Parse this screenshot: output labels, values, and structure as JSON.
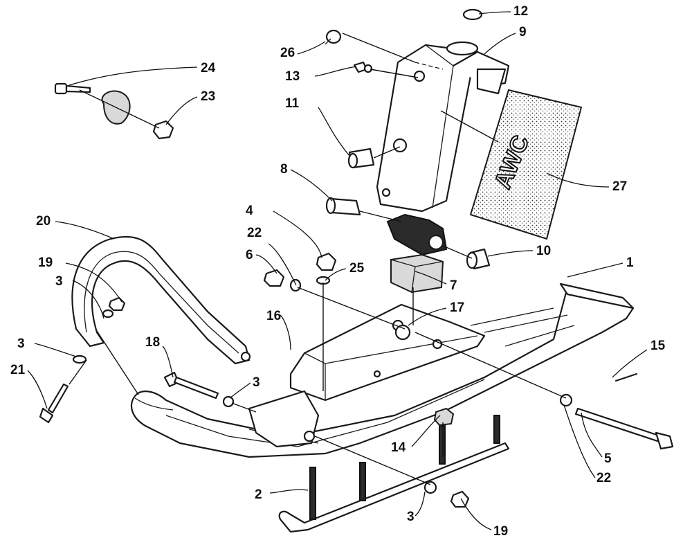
{
  "diagram": {
    "decal_text": "AWC",
    "parts": [
      {
        "id": "1",
        "label": "1"
      },
      {
        "id": "2",
        "label": "2"
      },
      {
        "id": "3",
        "label": "3"
      },
      {
        "id": "4",
        "label": "4"
      },
      {
        "id": "5",
        "label": "5"
      },
      {
        "id": "6",
        "label": "6"
      },
      {
        "id": "7",
        "label": "7"
      },
      {
        "id": "8",
        "label": "8"
      },
      {
        "id": "9",
        "label": "9"
      },
      {
        "id": "10",
        "label": "10"
      },
      {
        "id": "11",
        "label": "11"
      },
      {
        "id": "12",
        "label": "12"
      },
      {
        "id": "13",
        "label": "13"
      },
      {
        "id": "14",
        "label": "14"
      },
      {
        "id": "15",
        "label": "15"
      },
      {
        "id": "16",
        "label": "16"
      },
      {
        "id": "17",
        "label": "17"
      },
      {
        "id": "18",
        "label": "18"
      },
      {
        "id": "19",
        "label": "19"
      },
      {
        "id": "20",
        "label": "20"
      },
      {
        "id": "21",
        "label": "21"
      },
      {
        "id": "22",
        "label": "22"
      },
      {
        "id": "23",
        "label": "23"
      },
      {
        "id": "24",
        "label": "24"
      },
      {
        "id": "25",
        "label": "25"
      },
      {
        "id": "26",
        "label": "26"
      },
      {
        "id": "27",
        "label": "27"
      }
    ]
  }
}
